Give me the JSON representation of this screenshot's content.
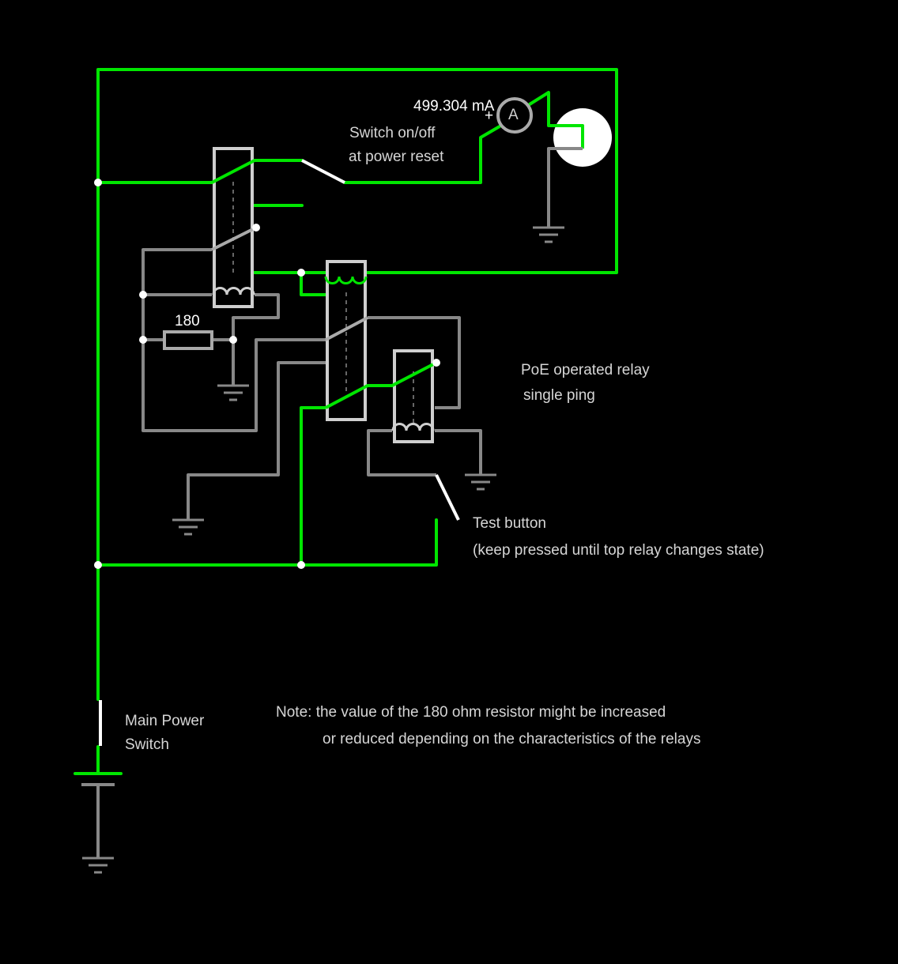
{
  "colors": {
    "background": "#000000",
    "live_wire": "#00e600",
    "dead_wire": "#888888",
    "relay_outline": "#cfcfcf",
    "node": "#ffffff",
    "text": "#d6d6d6"
  },
  "ammeter": {
    "reading": "499.304 mA",
    "symbol": "A",
    "polarity": "+"
  },
  "labels": {
    "switch_line1": "Switch on/off",
    "switch_line2": "at power reset",
    "resistor_value": "180",
    "poe_line1": "PoE operated relay",
    "poe_line2": "single ping",
    "test_line1": "Test button",
    "test_line2": "(keep pressed until top relay changes state)",
    "main_line1": "Main Power",
    "main_line2": "Switch",
    "note_line1": "Note: the value of the 180 ohm resistor might be increased",
    "note_line2": "or reduced depending on the characteristics of the relays"
  },
  "icons": {
    "lamp": "lamp-icon",
    "ground": "ground-icon",
    "battery": "battery-icon",
    "ammeter": "ammeter-icon",
    "resistor": "resistor-icon",
    "relay": "relay-icon",
    "switch": "switch-icon"
  }
}
